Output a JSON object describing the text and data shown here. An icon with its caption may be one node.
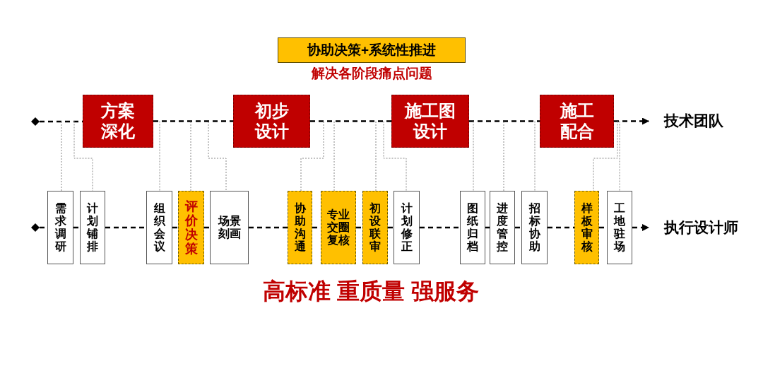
{
  "diagram": {
    "nodes": [
      {
        "text": [
          "协助决策+系统性推进"
        ]
      },
      {
        "text": [],
        "shape": "diamond"
      },
      {
        "text": [
          "方案深化"
        ]
      },
      {
        "text": [
          "初步设计"
        ]
      },
      {
        "text": [
          "施工图设计"
        ]
      },
      {
        "text": [
          "施工配合"
        ]
      },
      {
        "text": [
          "技术团队"
        ]
      },
      {
        "text": [],
        "shape": "diamond"
      },
      {
        "text": [
          "需求调研"
        ]
      },
      {
        "text": [
          "计划铺排"
        ]
      },
      {
        "text": [
          "组织会议"
        ]
      },
      {
        "text": [
          "评价决策"
        ]
      },
      {
        "text": [
          "场景刻画"
        ]
      },
      {
        "text": [
          "协助沟通"
        ]
      },
      {
        "text": [
          "专业交圈复核"
        ]
      },
      {
        "text": [
          "初设联审"
        ]
      },
      {
        "text": [
          "计划修正"
        ]
      },
      {
        "text": [
          "图纸归档"
        ]
      },
      {
        "text": [
          "进度管控"
        ]
      },
      {
        "text": [
          "招标协助"
        ]
      },
      {
        "text": [
          "样板审核"
        ]
      },
      {
        "text": [
          "工地驻场"
        ]
      },
      {
        "text": [
          "执行设计师"
        ]
      }
    ],
    "edges": [
      {
        "from": 1,
        "to": 2,
        "arrow": "none",
        "style": "dashed",
        "color": "#000000"
      },
      {
        "from": 2,
        "to": 3,
        "arrow": "none",
        "style": "dashed",
        "color": "#000000"
      },
      {
        "from": 3,
        "to": 4,
        "arrow": "none",
        "style": "dashed",
        "color": "#000000"
      },
      {
        "from": 4,
        "to": 5,
        "arrow": "none",
        "style": "dashed",
        "color": "#000000"
      },
      {
        "from": 5,
        "to": 6,
        "arrow": "to",
        "style": "dashed",
        "color": "#000000"
      },
      {
        "from": 7,
        "to": 8,
        "arrow": "none",
        "style": "dashed",
        "color": "#000000"
      },
      {
        "from": 8,
        "to": 9,
        "arrow": "none",
        "style": "dashed",
        "color": "#000000"
      },
      {
        "from": 9,
        "to": 10,
        "arrow": "none",
        "style": "dashed",
        "color": "#000000"
      },
      {
        "from": 10,
        "to": 11,
        "arrow": "none",
        "style": "dashed",
        "color": "#000000"
      },
      {
        "from": 11,
        "to": 12,
        "arrow": "none",
        "style": "dashed",
        "color": "#000000"
      },
      {
        "from": 12,
        "to": 13,
        "arrow": "none",
        "style": "dashed",
        "color": "#000000"
      },
      {
        "from": 13,
        "to": 14,
        "arrow": "none",
        "style": "dashed",
        "color": "#000000"
      },
      {
        "from": 14,
        "to": 15,
        "arrow": "none",
        "style": "dashed",
        "color": "#000000"
      },
      {
        "from": 15,
        "to": 16,
        "arrow": "none",
        "style": "dashed",
        "color": "#000000"
      },
      {
        "from": 16,
        "to": 17,
        "arrow": "none",
        "style": "dashed",
        "color": "#000000"
      },
      {
        "from": 17,
        "to": 18,
        "arrow": "none",
        "style": "dashed",
        "color": "#000000"
      },
      {
        "from": 18,
        "to": 19,
        "arrow": "none",
        "style": "dashed",
        "color": "#000000"
      },
      {
        "from": 19,
        "to": 20,
        "arrow": "none",
        "style": "dashed",
        "color": "#000000"
      },
      {
        "from": 20,
        "to": 21,
        "arrow": "none",
        "style": "dashed",
        "color": "#000000"
      },
      {
        "from": 21,
        "to": 22,
        "arrow": "to",
        "style": "dashed",
        "color": "#000000"
      },
      {
        "from": null,
        "to": 8,
        "arrow": "none",
        "color": "#888888"
      },
      {
        "from": 2,
        "to": 9,
        "arrow": "none",
        "color": "#888888"
      },
      {
        "from": 2,
        "to": 10,
        "arrow": "none",
        "color": "#888888"
      },
      {
        "from": null,
        "to": 11,
        "arrow": "none",
        "color": "#888888"
      },
      {
        "from": null,
        "to": 12,
        "arrow": "none",
        "color": "#888888"
      },
      {
        "from": null,
        "to": 13,
        "arrow": "none",
        "color": "#888888"
      },
      {
        "from": null,
        "to": 14,
        "arrow": "none",
        "color": "#888888"
      },
      {
        "from": null,
        "to": 15,
        "arrow": "none",
        "color": "#888888"
      },
      {
        "from": 4,
        "to": 16,
        "arrow": "none",
        "color": "#888888"
      },
      {
        "from": 4,
        "to": 17,
        "arrow": "none",
        "color": "#888888"
      },
      {
        "from": null,
        "to": 18,
        "arrow": "none",
        "color": "#888888"
      },
      {
        "from": 5,
        "to": 19,
        "arrow": "none",
        "color": "#888888"
      },
      {
        "from": 5,
        "to": 20,
        "arrow": "none",
        "color": "#888888"
      },
      {
        "from": 5,
        "to": 21,
        "arrow": "none",
        "color": "#888888"
      }
    ],
    "labels": [
      "解决各阶段痛点问题",
      "高标准 重质量 强服务"
    ]
  }
}
